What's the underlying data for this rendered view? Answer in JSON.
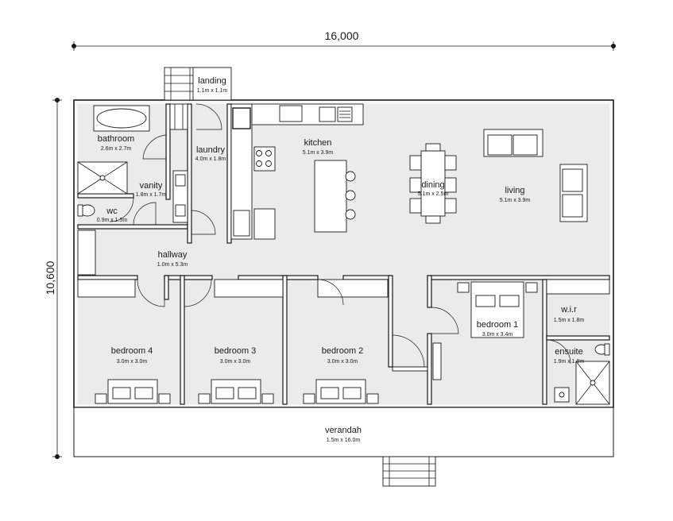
{
  "dimensions": {
    "width_label": "16,000",
    "height_label": "10,600"
  },
  "rooms": {
    "landing": {
      "name": "landing",
      "size": "1.1m x 1.1m"
    },
    "bathroom": {
      "name": "bathroom",
      "size": "2.6m x 2.7m"
    },
    "laundry": {
      "name": "laundry",
      "size": "4.0m x 1.8m"
    },
    "kitchen": {
      "name": "kitchen",
      "size": "5.1m x 3.9m"
    },
    "dining": {
      "name": "dining",
      "size": "5.1m x 2.5m"
    },
    "living": {
      "name": "living",
      "size": "5.1m x 3.9m"
    },
    "vanity": {
      "name": "vanity",
      "size": "1.8m x 1.7m"
    },
    "wc": {
      "name": "wc",
      "size": "0.9m x 1.5m"
    },
    "hallway": {
      "name": "hallway",
      "size": "1.0m x 5.3m"
    },
    "bedroom4": {
      "name": "bedroom 4",
      "size": "3.0m x 3.0m"
    },
    "bedroom3": {
      "name": "bedroom 3",
      "size": "3.0m x 3.0m"
    },
    "bedroom2": {
      "name": "bedroom 2",
      "size": "3.0m x 3.0m"
    },
    "bedroom1": {
      "name": "bedroom 1",
      "size": "3.0m x 3.4m"
    },
    "wir": {
      "name": "w.i.r",
      "size": "1.5m x 1.8m"
    },
    "ensuite": {
      "name": "ensuite",
      "size": "1.9m x 1.8m"
    },
    "verandah": {
      "name": "verandah",
      "size": "1.5m x 16.0m"
    }
  }
}
